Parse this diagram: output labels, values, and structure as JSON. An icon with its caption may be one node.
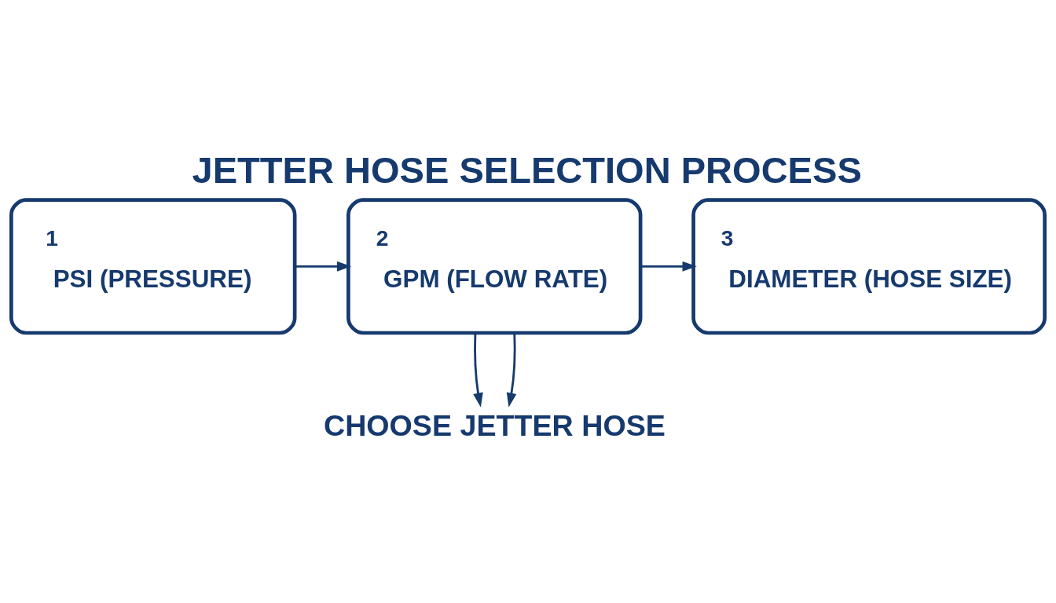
{
  "diagram": {
    "title": "JETTER HOSE SELECTION PROCESS",
    "nodes": [
      {
        "text": [
          "1",
          "PSI (PRESSURE)"
        ]
      },
      {
        "text": [
          "2",
          "GPM (FLOW RATE)"
        ]
      },
      {
        "text": [
          "3",
          "DIAMETER (HOSE SIZE)"
        ]
      },
      {
        "text": [
          "CHOOSE JETTER HOSE"
        ]
      }
    ],
    "edges": [
      {
        "from": 0,
        "to": 1,
        "arrow": "to"
      },
      {
        "from": 1,
        "to": 2,
        "arrow": "to"
      },
      {
        "from": 1,
        "to": 3,
        "arrow": "to"
      },
      {
        "from": 1,
        "to": 3,
        "arrow": "to"
      }
    ]
  }
}
